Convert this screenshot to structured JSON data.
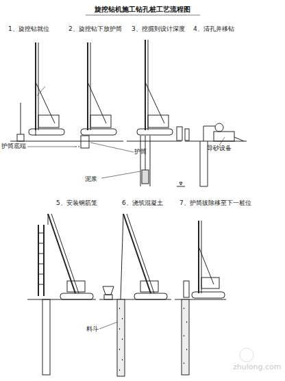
{
  "diagram": {
    "title": "旋挖钻机施工钻孔桩工艺流程图",
    "labels": [
      "1、旋挖钻就位",
      "2、旋挖钻下放护筒",
      "3、挖掘到设计深度",
      "4、清孔并移钻",
      "5、安装钢筋笼",
      "6、浇筑混凝土",
      "7、护筒拔除移至下一桩位",
      "护筒底端",
      "护筒",
      "泥浆",
      "导砂设备",
      "料斗",
      "zhulong.com"
    ]
  }
}
